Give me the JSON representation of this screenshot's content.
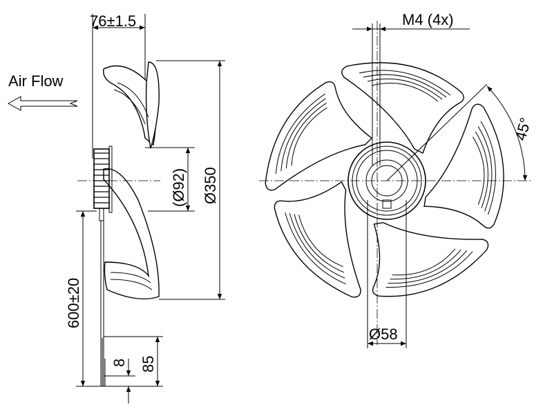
{
  "title": "Axial fan dimensional drawing",
  "side_view": {
    "depth_label": "76±1.5",
    "airflow_label": "Air Flow",
    "hub_diameter_label": "(Ø92)",
    "outer_diameter_label": "Ø350",
    "cable_length_label": "600±20",
    "strip_length_label": "8",
    "lead_length_label": "85"
  },
  "front_view": {
    "screw_label": "M4 (4x)",
    "angle_label": "45°",
    "bolt_circle_label": "Ø58"
  }
}
